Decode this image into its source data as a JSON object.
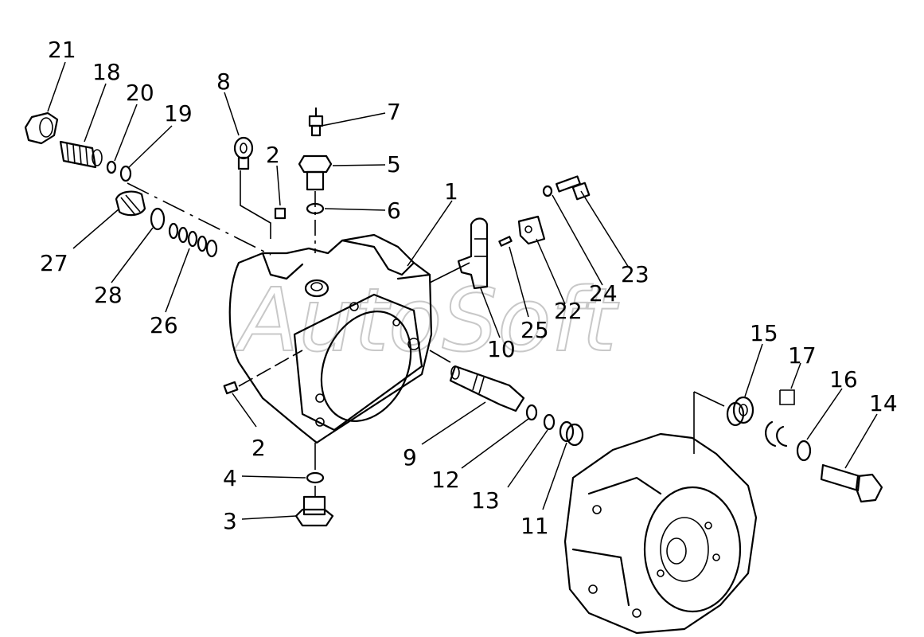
{
  "watermark": "AutoSoft",
  "callouts": [
    {
      "id": "c21",
      "text": "21"
    },
    {
      "id": "c18",
      "text": "18"
    },
    {
      "id": "c20",
      "text": "20"
    },
    {
      "id": "c19",
      "text": "19"
    },
    {
      "id": "c8",
      "text": "8"
    },
    {
      "id": "c7",
      "text": "7"
    },
    {
      "id": "c2a",
      "text": "2"
    },
    {
      "id": "c5",
      "text": "5"
    },
    {
      "id": "c1",
      "text": "1"
    },
    {
      "id": "c6",
      "text": "6"
    },
    {
      "id": "c23",
      "text": "23"
    },
    {
      "id": "c24",
      "text": "24"
    },
    {
      "id": "c22",
      "text": "22"
    },
    {
      "id": "c25",
      "text": "25"
    },
    {
      "id": "c10",
      "text": "10"
    },
    {
      "id": "c27",
      "text": "27"
    },
    {
      "id": "c28",
      "text": "28"
    },
    {
      "id": "c26",
      "text": "26"
    },
    {
      "id": "c2b",
      "text": "2"
    },
    {
      "id": "c9",
      "text": "9"
    },
    {
      "id": "c12",
      "text": "12"
    },
    {
      "id": "c13",
      "text": "13"
    },
    {
      "id": "c11",
      "text": "11"
    },
    {
      "id": "c4",
      "text": "4"
    },
    {
      "id": "c3",
      "text": "3"
    },
    {
      "id": "c15",
      "text": "15"
    },
    {
      "id": "c17",
      "text": "17"
    },
    {
      "id": "c16",
      "text": "16"
    },
    {
      "id": "c14",
      "text": "14"
    }
  ]
}
